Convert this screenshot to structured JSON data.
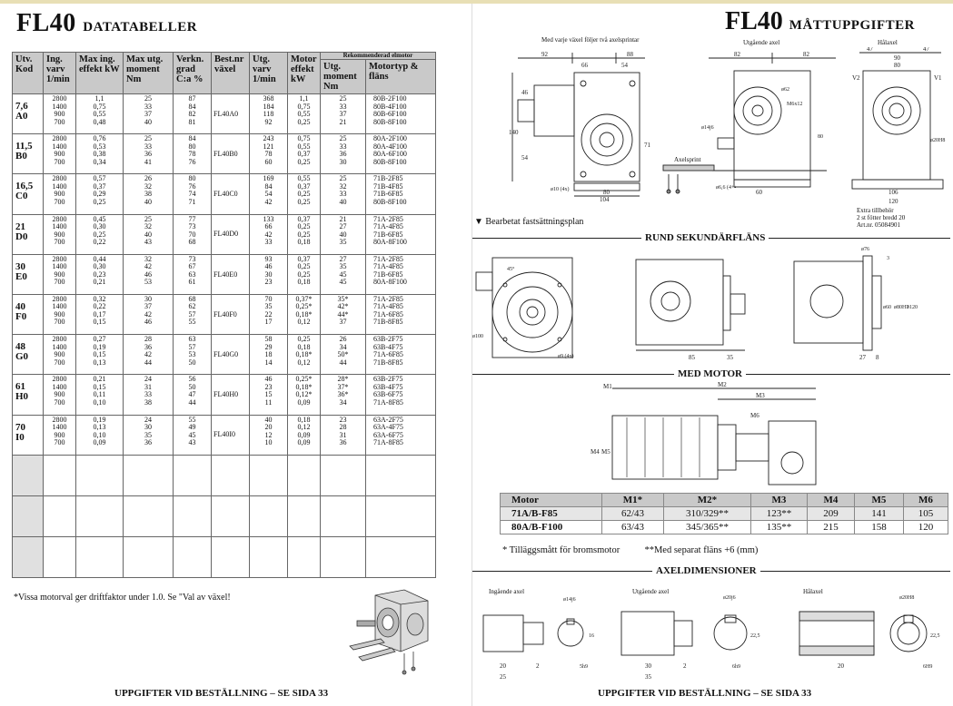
{
  "left_page": {
    "title_big": "FL40",
    "title_small": "DATATABELLER",
    "header": {
      "utv_kod": "Utv. Kod",
      "ing_varv": "Ing. varv 1/min",
      "max_ing_effekt": "Max ing. effekt kW",
      "max_utg_moment": "Max utg. moment Nm",
      "verkn_grad": "Verkn. grad C:a %",
      "best_nr": "Best.nr växel",
      "utg_varv": "Utg. varv 1/min",
      "motor_effekt": "Motor effekt kW",
      "rekommenderad": "Rekommenderad elmotor",
      "utg_moment": "Utg. moment Nm",
      "motortyp": "Motortyp & fläns"
    },
    "groups": [
      {
        "code1": "7,6",
        "code2": "A0",
        "best": "FL40A0",
        "ing": [
          "2800",
          "1400",
          "900",
          "700"
        ],
        "eff": [
          "1,1",
          "0,75",
          "0,55",
          "0,48"
        ],
        "mom": [
          "25",
          "33",
          "37",
          "40"
        ],
        "verk": [
          "87",
          "84",
          "82",
          "81"
        ],
        "utgv": [
          "368",
          "184",
          "118",
          "92"
        ],
        "meff": [
          "1,1",
          "0,75",
          "0,55",
          "0,25"
        ],
        "umom": [
          "25",
          "33",
          "37",
          "21"
        ],
        "mtyp": [
          "80B-2F100",
          "80B-4F100",
          "80B-6F100",
          "80B-8F100"
        ]
      },
      {
        "code1": "11,5",
        "code2": "B0",
        "best": "FL40B0",
        "ing": [
          "2800",
          "1400",
          "900",
          "700"
        ],
        "eff": [
          "0,76",
          "0,53",
          "0,38",
          "0,34"
        ],
        "mom": [
          "25",
          "33",
          "36",
          "41"
        ],
        "verk": [
          "84",
          "80",
          "78",
          "76"
        ],
        "utgv": [
          "243",
          "121",
          "78",
          "60"
        ],
        "meff": [
          "0,75",
          "0,55",
          "0,37",
          "0,25"
        ],
        "umom": [
          "25",
          "33",
          "36",
          "30"
        ],
        "mtyp": [
          "80A-2F100",
          "80A-4F100",
          "80A-6F100",
          "80B-8F100"
        ]
      },
      {
        "code1": "16,5",
        "code2": "C0",
        "best": "FL40C0",
        "ing": [
          "2800",
          "1400",
          "900",
          "700"
        ],
        "eff": [
          "0,57",
          "0,37",
          "0,29",
          "0,25"
        ],
        "mom": [
          "26",
          "32",
          "38",
          "40"
        ],
        "verk": [
          "80",
          "76",
          "74",
          "71"
        ],
        "utgv": [
          "169",
          "84",
          "54",
          "42"
        ],
        "meff": [
          "0,55",
          "0,37",
          "0,25",
          "0,25"
        ],
        "umom": [
          "25",
          "32",
          "33",
          "40"
        ],
        "mtyp": [
          "71B-2F85",
          "71B-4F85",
          "71B-6F85",
          "80B-8F100"
        ]
      },
      {
        "code1": "21",
        "code2": "D0",
        "best": "FL40D0",
        "ing": [
          "2800",
          "1400",
          "900",
          "700"
        ],
        "eff": [
          "0,45",
          "0,30",
          "0,25",
          "0,22"
        ],
        "mom": [
          "25",
          "32",
          "40",
          "43"
        ],
        "verk": [
          "77",
          "73",
          "70",
          "68"
        ],
        "utgv": [
          "133",
          "66",
          "42",
          "33"
        ],
        "meff": [
          "0,37",
          "0,25",
          "0,25",
          "0,18"
        ],
        "umom": [
          "21",
          "27",
          "40",
          "35"
        ],
        "mtyp": [
          "71A-2F85",
          "71A-4F85",
          "71B-6F85",
          "80A-8F100"
        ]
      },
      {
        "code1": "30",
        "code2": "E0",
        "best": "FL40E0",
        "ing": [
          "2800",
          "1400",
          "900",
          "700"
        ],
        "eff": [
          "0,44",
          "0,30",
          "0,23",
          "0,21"
        ],
        "mom": [
          "32",
          "42",
          "46",
          "53"
        ],
        "verk": [
          "73",
          "67",
          "63",
          "61"
        ],
        "utgv": [
          "93",
          "46",
          "30",
          "23"
        ],
        "meff": [
          "0,37",
          "0,25",
          "0,25",
          "0,18"
        ],
        "umom": [
          "27",
          "35",
          "45",
          "45"
        ],
        "mtyp": [
          "71A-2F85",
          "71A-4F85",
          "71B-6F85",
          "80A-8F100"
        ]
      },
      {
        "code1": "40",
        "code2": "F0",
        "best": "FL40F0",
        "ing": [
          "2800",
          "1400",
          "900",
          "700"
        ],
        "eff": [
          "0,32",
          "0,22",
          "0,17",
          "0,15"
        ],
        "mom": [
          "30",
          "37",
          "42",
          "46"
        ],
        "verk": [
          "68",
          "62",
          "57",
          "55"
        ],
        "utgv": [
          "70",
          "35",
          "22",
          "17"
        ],
        "meff": [
          "0,37*",
          "0,25*",
          "0,18*",
          "0,12"
        ],
        "umom": [
          "35*",
          "42*",
          "44*",
          "37"
        ],
        "mtyp": [
          "71A-2F85",
          "71A-4F85",
          "71A-6F85",
          "71B-8F85"
        ]
      },
      {
        "code1": "48",
        "code2": "G0",
        "best": "FL40G0",
        "ing": [
          "2800",
          "1400",
          "900",
          "700"
        ],
        "eff": [
          "0,27",
          "0,19",
          "0,15",
          "0,13"
        ],
        "mom": [
          "28",
          "36",
          "42",
          "44"
        ],
        "verk": [
          "63",
          "57",
          "53",
          "50"
        ],
        "utgv": [
          "58",
          "29",
          "18",
          "14"
        ],
        "meff": [
          "0,25",
          "0,18",
          "0,18*",
          "0,12"
        ],
        "umom": [
          "26",
          "34",
          "50*",
          "44"
        ],
        "mtyp": [
          "63B-2F75",
          "63B-4F75",
          "71A-6F85",
          "71B-8F85"
        ]
      },
      {
        "code1": "61",
        "code2": "H0",
        "best": "FL40H0",
        "ing": [
          "2800",
          "1400",
          "900",
          "700"
        ],
        "eff": [
          "0,21",
          "0,15",
          "0,11",
          "0,10"
        ],
        "mom": [
          "24",
          "31",
          "33",
          "38"
        ],
        "verk": [
          "56",
          "50",
          "47",
          "44"
        ],
        "utgv": [
          "46",
          "23",
          "15",
          "11"
        ],
        "meff": [
          "0,25*",
          "0,18*",
          "0,12*",
          "0,09"
        ],
        "umom": [
          "28*",
          "37*",
          "36*",
          "34"
        ],
        "mtyp": [
          "63B-2F75",
          "63B-4F75",
          "63B-6F75",
          "71A-8F85"
        ]
      },
      {
        "code1": "70",
        "code2": "I0",
        "best": "FL40I0",
        "ing": [
          "2800",
          "1400",
          "900",
          "700"
        ],
        "eff": [
          "0,19",
          "0,13",
          "0,10",
          "0,09"
        ],
        "mom": [
          "24",
          "30",
          "35",
          "36"
        ],
        "verk": [
          "55",
          "49",
          "45",
          "43"
        ],
        "utgv": [
          "40",
          "20",
          "12",
          "10"
        ],
        "meff": [
          "0,18",
          "0,12",
          "0,09",
          "0,09"
        ],
        "umom": [
          "23",
          "28",
          "31",
          "36"
        ],
        "mtyp": [
          "63A-2F75",
          "63A-4F75",
          "63A-6F75",
          "71A-8F85"
        ]
      }
    ],
    "footnote": "*Vissa motorval ger driftfaktor under 1.0. Se \"Val av växel!",
    "bottom": "UPPGIFTER VID BESTÄLLNING – SE SIDA 33"
  },
  "right_page": {
    "title_big": "FL40",
    "title_small": "MÅTTUPPGIFTER",
    "cap_vaxelaxel": "Med varje växel följer två axelsprintar",
    "cap_utgaende": "Utgående axel",
    "cap_halaxel": "Hålaxel",
    "cap_axelsprint": "Axelsprint",
    "extra_tillbehor": [
      "Extra tillbehör",
      "2 st fötter bredd 20",
      "Art.nr. 05084901"
    ],
    "bearbetat": "▼ Bearbetat fastsättningsplan",
    "section_rund": "RUND SEKUNDÄRFLÄNS",
    "section_motor": "MED MOTOR",
    "section_axel": "AXELDIMENSIONER",
    "cap_ingaende": "Ingående axel",
    "motor_table": {
      "headers": [
        "Motor",
        "M1*",
        "M2*",
        "M3",
        "M4",
        "M5",
        "M6"
      ],
      "rows": [
        [
          "71A/B-F85",
          "62/43",
          "310/329**",
          "123**",
          "209",
          "141",
          "105"
        ],
        [
          "80A/B-F100",
          "63/43",
          "345/365**",
          "135**",
          "215",
          "158",
          "120"
        ]
      ]
    },
    "motor_note1": "* Tilläggsmått för bromsmotor",
    "motor_note2": "**Med separat fläns +6 (mm)",
    "bottom": "UPPGIFTER VID BESTÄLLNING – SE SIDA 33"
  }
}
